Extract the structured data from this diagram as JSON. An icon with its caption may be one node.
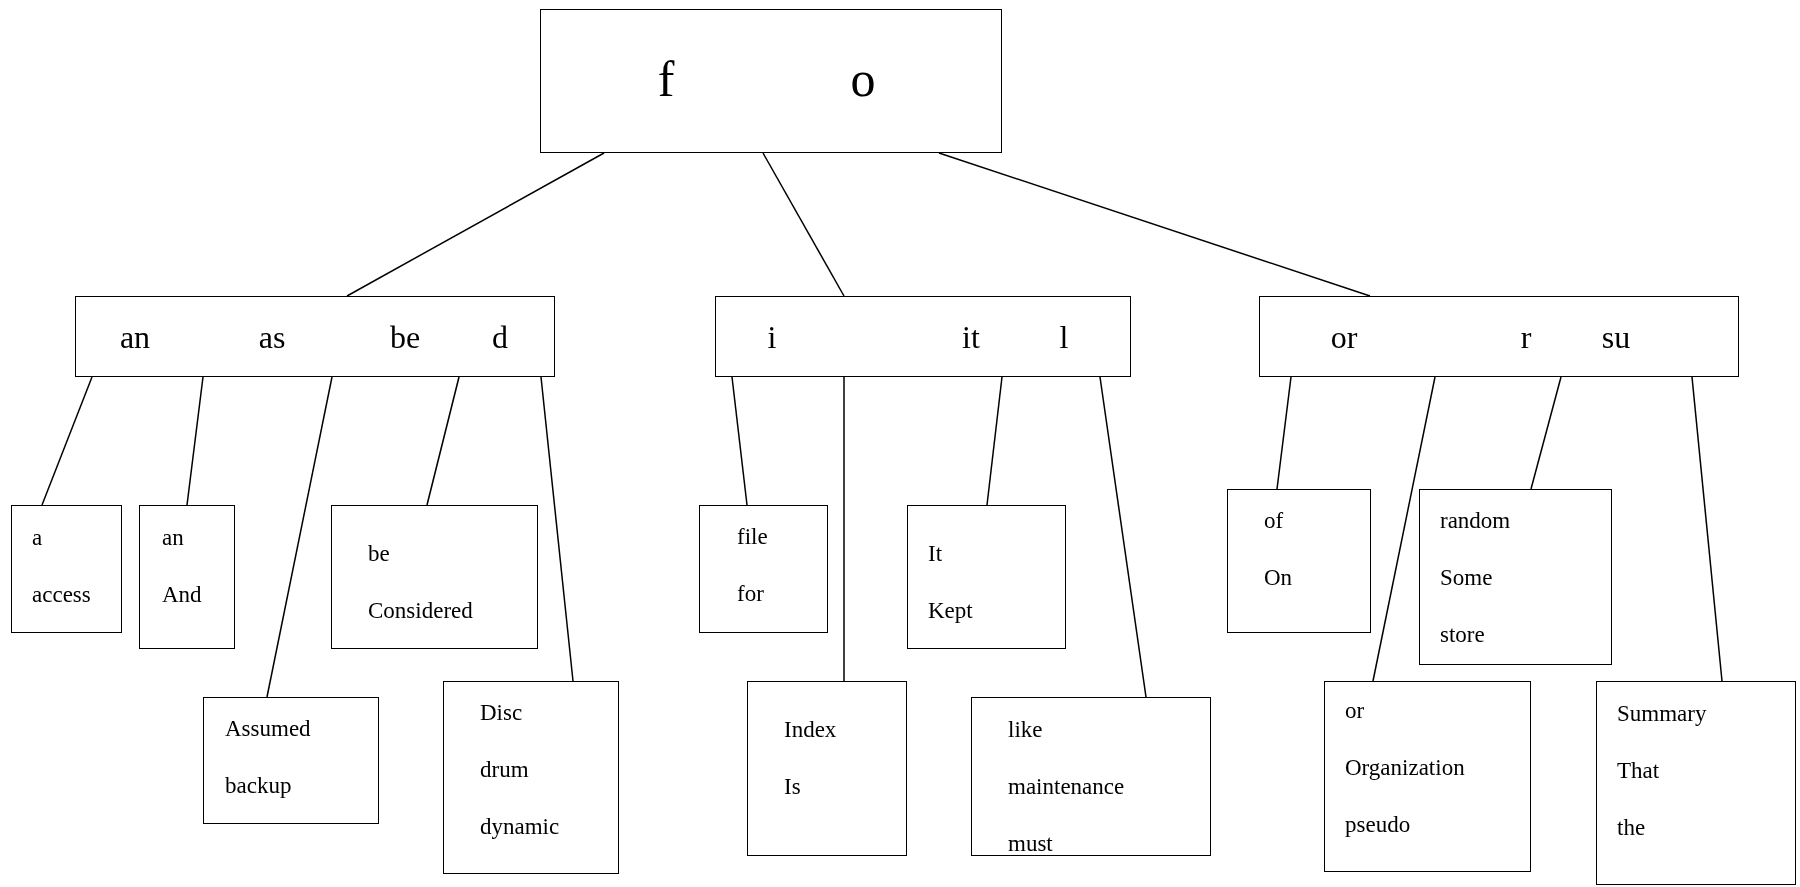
{
  "diagram": {
    "nodes": [
      {
        "text": [
          "f",
          "o"
        ]
      },
      {
        "text": [
          "an",
          "as",
          "be",
          "d"
        ]
      },
      {
        "text": [
          "i",
          "it",
          "l"
        ]
      },
      {
        "text": [
          "or",
          "r",
          "su"
        ]
      },
      {
        "text": [
          "a",
          "access"
        ]
      },
      {
        "text": [
          "an",
          "And"
        ]
      },
      {
        "text": [
          "Assumed",
          "backup"
        ]
      },
      {
        "text": [
          "be",
          "Considered"
        ]
      },
      {
        "text": [
          "Disc",
          "drum",
          "dynamic"
        ]
      },
      {
        "text": [
          "file",
          "for"
        ]
      },
      {
        "text": [
          "Index",
          "Is"
        ]
      },
      {
        "text": [
          "It",
          "Kept"
        ]
      },
      {
        "text": [
          "like",
          "maintenance",
          "must"
        ]
      },
      {
        "text": [
          "of",
          "On"
        ]
      },
      {
        "text": [
          "or",
          "Organization",
          "pseudo"
        ]
      },
      {
        "text": [
          "random",
          "Some",
          "store"
        ]
      },
      {
        "text": [
          "Summary",
          "That",
          "the"
        ]
      }
    ],
    "edges": [
      {
        "from": 0,
        "to": 1,
        "arrow": "none"
      },
      {
        "from": 0,
        "to": 2,
        "arrow": "none"
      },
      {
        "from": 0,
        "to": 3,
        "arrow": "none"
      },
      {
        "from": 1,
        "to": 4,
        "arrow": "none"
      },
      {
        "from": 1,
        "to": 5,
        "arrow": "none"
      },
      {
        "from": 1,
        "to": 6,
        "arrow": "none"
      },
      {
        "from": 1,
        "to": 7,
        "arrow": "none"
      },
      {
        "from": 1,
        "to": 8,
        "arrow": "none"
      },
      {
        "from": 2,
        "to": 9,
        "arrow": "none"
      },
      {
        "from": 2,
        "to": 10,
        "arrow": "none"
      },
      {
        "from": 2,
        "to": 11,
        "arrow": "none"
      },
      {
        "from": 2,
        "to": 12,
        "arrow": "none"
      },
      {
        "from": 3,
        "to": 13,
        "arrow": "none"
      },
      {
        "from": 3,
        "to": 14,
        "arrow": "none"
      },
      {
        "from": 3,
        "to": 15,
        "arrow": "none"
      },
      {
        "from": 3,
        "to": 16,
        "arrow": "none"
      }
    ]
  }
}
